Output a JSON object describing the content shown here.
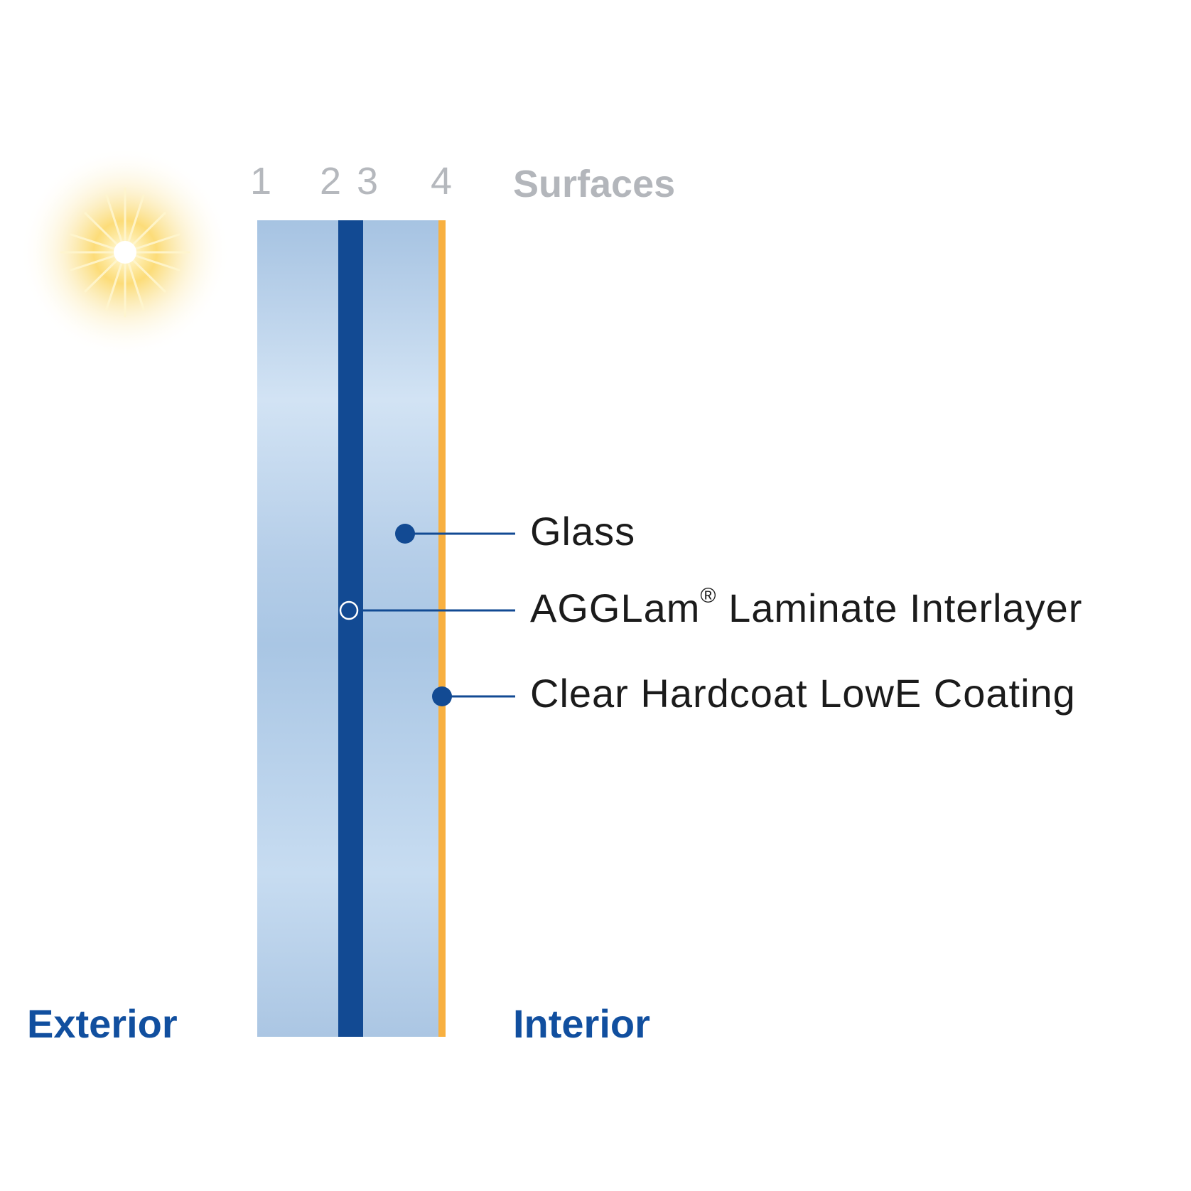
{
  "surfaces": {
    "numbers": [
      "1",
      "2",
      "3",
      "4"
    ],
    "title": "Surfaces"
  },
  "sides": {
    "exterior": "Exterior",
    "interior": "Interior"
  },
  "callouts": [
    {
      "id": "glass",
      "label": "Glass",
      "superscript": "",
      "suffix": ""
    },
    {
      "id": "interlayer",
      "label": "AGGLam",
      "superscript": "®",
      "suffix": " Laminate Interlayer"
    },
    {
      "id": "coating",
      "label": "Clear Hardcoat LowE Coating",
      "superscript": "",
      "suffix": ""
    }
  ],
  "colors": {
    "glass": "#b4cfe9",
    "glass_light": "#cfe1f3",
    "interlayer": "#124a93",
    "coating": "#f8b040",
    "callout_line": "#124a93",
    "side_label": "#114f9f",
    "surface_text": "#b5b8bd",
    "sun": "#f9c93a"
  },
  "icons": {
    "sun": "sun-icon"
  }
}
